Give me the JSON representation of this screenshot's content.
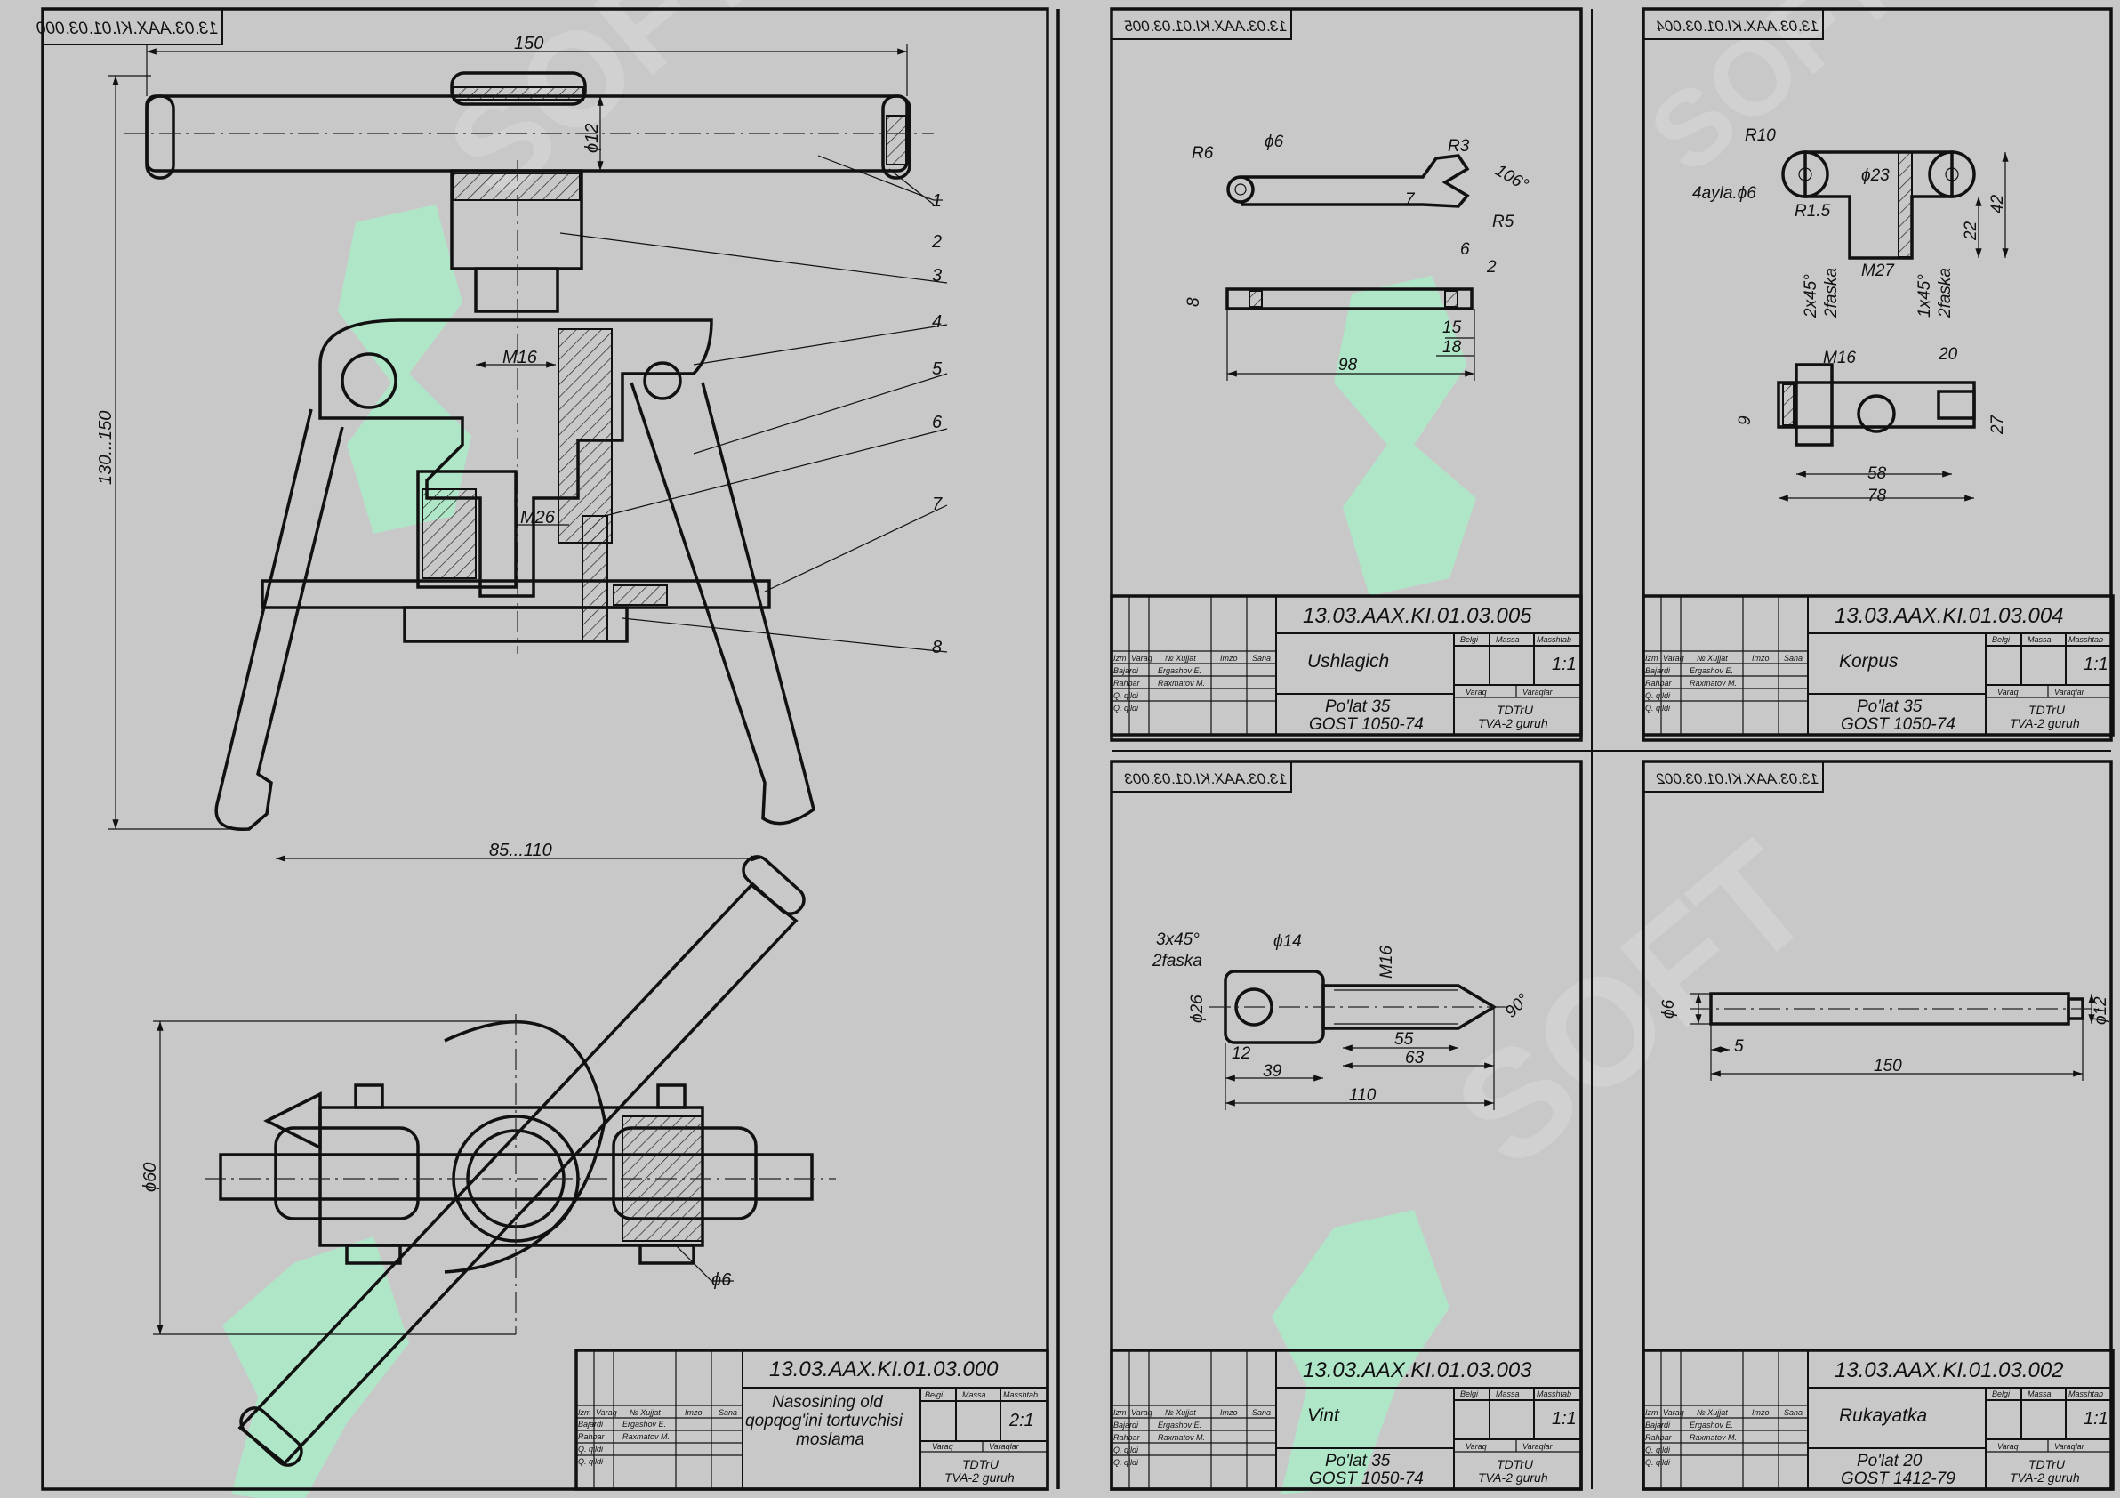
{
  "assembly": {
    "code": "13.03.AAX.KI.01.03.000",
    "mirror_code": "13.03.AAX.KI.01.03.000",
    "dims": {
      "length": "150",
      "d12": "ϕ12",
      "height": "130...150",
      "span": "85...110",
      "m16": "M16",
      "m26": "M26",
      "d60": "ϕ60",
      "d6": "ϕ6"
    },
    "callouts": [
      "1",
      "2",
      "3",
      "4",
      "5",
      "6",
      "7",
      "8"
    ],
    "title_block": {
      "name_line1": "Nasosining old",
      "name_line2": "qopqog'ini tortuvchisi",
      "name_line3": "moslama",
      "scale": "2:1",
      "org": "TDTrU",
      "group": "TVA-2 guruh"
    }
  },
  "parts": [
    {
      "id": "005",
      "code": "13.03.AAX.KI.01.03.005",
      "mirror_code": "13.03.AAX.KI.01.03.005",
      "name": "Ushlagich",
      "material": "Po'lat 35",
      "standard": "GOST 1050-74",
      "scale": "1:1",
      "org": "TDTrU",
      "group": "TVA-2 guruh",
      "dims": [
        "R6",
        "ϕ6",
        "R3",
        "106°",
        "7",
        "R5",
        "6",
        "2",
        "8",
        "15",
        "18",
        "98"
      ]
    },
    {
      "id": "004",
      "code": "13.03.AAX.KI.01.03.004",
      "mirror_code": "13.03.AAX.KI.01.03.004",
      "name": "Korpus",
      "material": "Po'lat 35",
      "standard": "GOST 1050-74",
      "scale": "1:1",
      "org": "TDTrU",
      "group": "TVA-2 guruh",
      "dims": [
        "R10",
        "4ayla.ϕ6",
        "ϕ23",
        "R1.5",
        "42",
        "22",
        "M27",
        "2x45°",
        "2faska",
        "1x45°",
        "2faska",
        "M16",
        "20",
        "9",
        "27",
        "58",
        "78"
      ]
    },
    {
      "id": "003",
      "code": "13.03.AAX.KI.01.03.003",
      "mirror_code": "13.03.AAX.KI.01.03.003",
      "name": "Vint",
      "material": "Po'lat 35",
      "standard": "GOST 1050-74",
      "scale": "1:1",
      "org": "TDTrU",
      "group": "TVA-2 guruh",
      "dims": [
        "3x45°",
        "2faska",
        "ϕ14",
        "M16",
        "ϕ26",
        "90°",
        "55",
        "63",
        "12",
        "39",
        "110"
      ]
    },
    {
      "id": "002",
      "code": "13.03.AAX.KI.01.03.002",
      "mirror_code": "13.03.AAX.KI.01.03.002",
      "name": "Rukayatka",
      "material": "Po'lat 20",
      "standard": "GOST 1412-79",
      "scale": "1:1",
      "org": "TDTrU",
      "group": "TVA-2 guruh",
      "dims": [
        "ϕ6",
        "5",
        "ϕ12",
        "150"
      ]
    }
  ],
  "block_headers": {
    "izm": "Izm",
    "varaq": "Varaq",
    "xujjat": "№ Xujjat",
    "imzo": "Imzo",
    "sana": "Sana",
    "bajardi": "Bajardi",
    "rahbar": "Rahbar",
    "qabul": "Q. qildi",
    "tasdiq": "Q. qildi",
    "person1": "Ergashov E.",
    "person2": "Raxmatov M.",
    "belgi": "Belgi",
    "massa": "Massa",
    "masshtab": "Masshtab",
    "varaq_l": "Varaq",
    "varaqlar": "Varaqlar"
  },
  "watermark": "SOFT",
  "colors": {
    "sheet": "#c8c8c8",
    "ink": "#111111",
    "watermark": "#a8f0c8"
  }
}
